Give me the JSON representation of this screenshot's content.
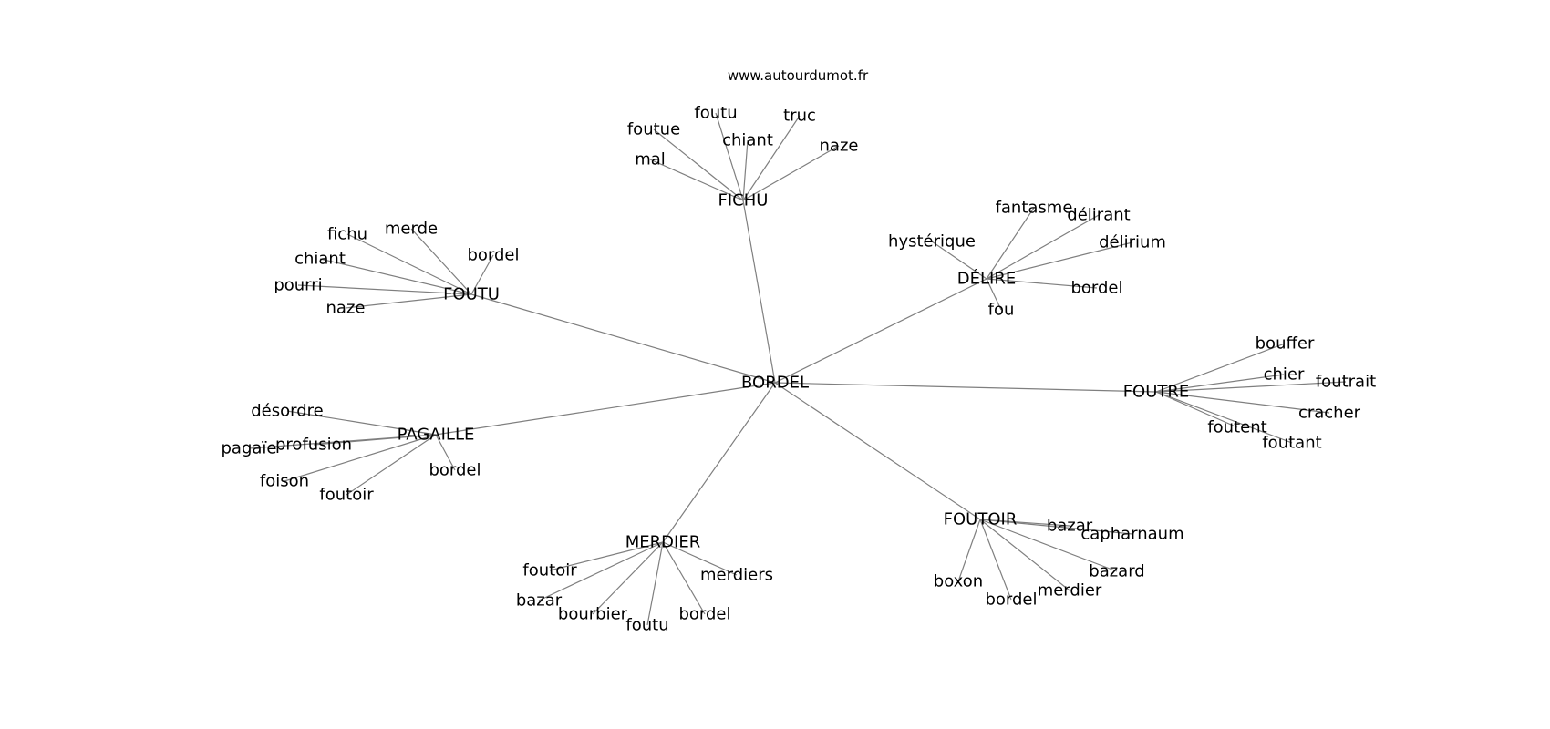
{
  "source": "www.autourdumot.fr",
  "colors": {
    "edge": "#7f7f7f",
    "text": "#000000",
    "background": "#ffffff"
  },
  "center": "BORDEL",
  "hubs": [
    {
      "id": "fichu",
      "label": "FICHU",
      "neighbors": [
        "mal",
        "foutue",
        "foutu",
        "chiant",
        "truc",
        "naze"
      ]
    },
    {
      "id": "foutu",
      "label": "FOUTU",
      "neighbors": [
        "fichu",
        "merde",
        "bordel",
        "chiant",
        "pourri",
        "naze"
      ]
    },
    {
      "id": "delire",
      "label": "DÉLIRE",
      "neighbors": [
        "hystérique",
        "fantasme",
        "délirant",
        "délirium",
        "bordel",
        "fou"
      ]
    },
    {
      "id": "foutre",
      "label": "FOUTRE",
      "neighbors": [
        "bouffer",
        "chier",
        "foutrait",
        "cracher",
        "foutent",
        "foutant"
      ]
    },
    {
      "id": "pagaille",
      "label": "PAGAILLE",
      "neighbors": [
        "désordre",
        "profusion",
        "pagaïe",
        "foison",
        "foutoir",
        "bordel"
      ]
    },
    {
      "id": "merdier",
      "label": "MERDIER",
      "neighbors": [
        "foutoir",
        "bazar",
        "bourbier",
        "foutu",
        "bordel",
        "merdiers"
      ]
    },
    {
      "id": "foutoir",
      "label": "FOUTOIR",
      "neighbors": [
        "bazar",
        "capharnaum",
        "bazard",
        "merdier",
        "bordel",
        "boxon"
      ]
    }
  ]
}
